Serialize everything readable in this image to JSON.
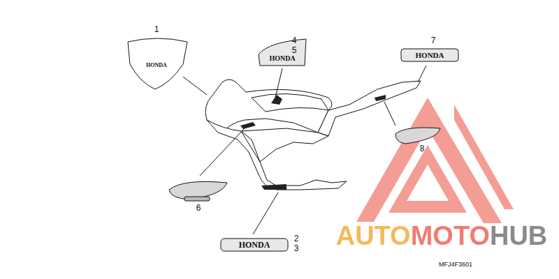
{
  "diagram": {
    "labels": [
      "1",
      "HONDA",
      "4",
      "5",
      "HONDA",
      "7",
      "HONDA",
      "8",
      "6",
      "2",
      "3",
      "HONDA",
      "AUTOMOTOHUB",
      "MFJ4F3601"
    ]
  }
}
